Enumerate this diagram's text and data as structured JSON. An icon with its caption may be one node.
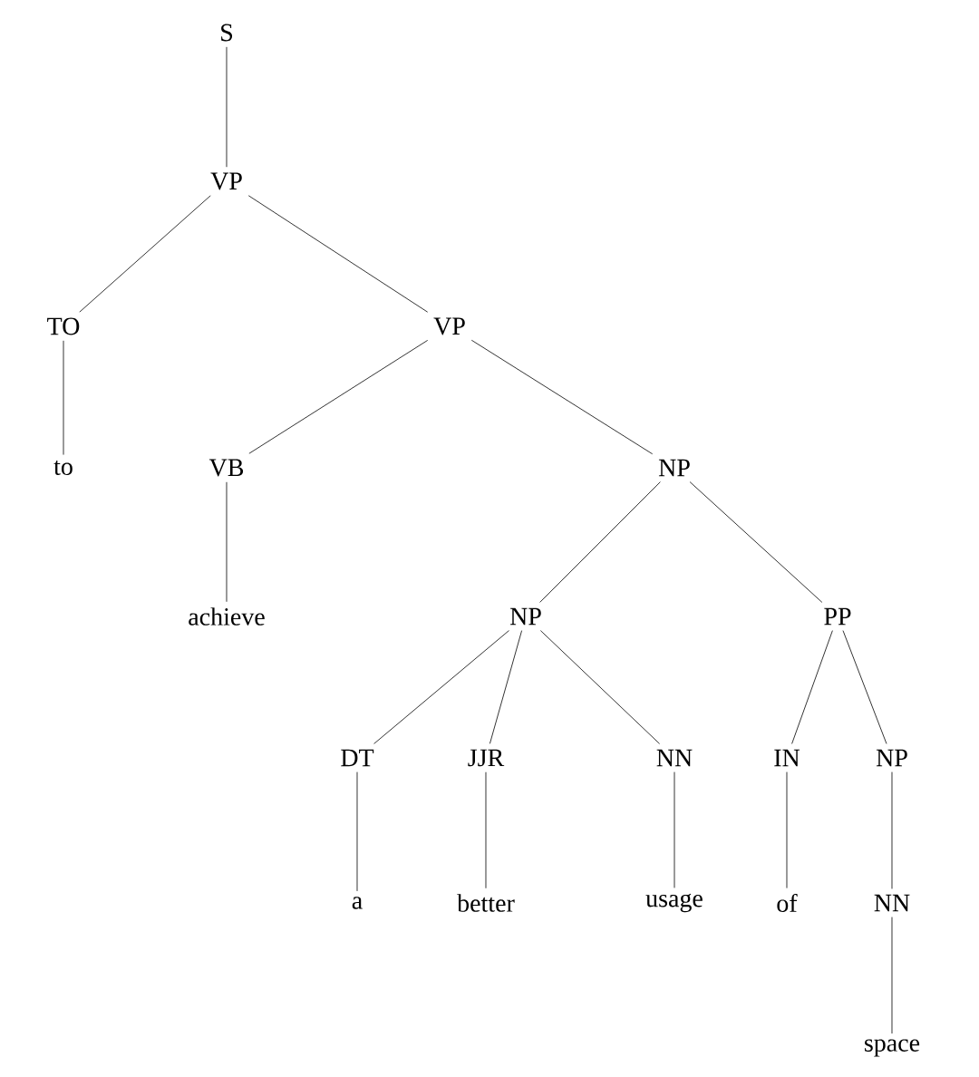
{
  "diagram": {
    "nodes": [
      {
        "text": [
          "S"
        ]
      },
      {
        "text": [
          "VP"
        ]
      },
      {
        "text": [
          "TO"
        ]
      },
      {
        "text": [
          "VP"
        ]
      },
      {
        "text": [
          "to"
        ]
      },
      {
        "text": [
          "VB"
        ]
      },
      {
        "text": [
          "NP"
        ]
      },
      {
        "text": [
          "achieve"
        ]
      },
      {
        "text": [
          "NP"
        ]
      },
      {
        "text": [
          "PP"
        ]
      },
      {
        "text": [
          "DT"
        ]
      },
      {
        "text": [
          "JJR"
        ]
      },
      {
        "text": [
          "NN"
        ]
      },
      {
        "text": [
          "IN"
        ]
      },
      {
        "text": [
          "NP"
        ]
      },
      {
        "text": [
          "a"
        ]
      },
      {
        "text": [
          "better"
        ]
      },
      {
        "text": [
          "usage"
        ]
      },
      {
        "text": [
          "of"
        ]
      },
      {
        "text": [
          "NN"
        ]
      },
      {
        "text": [
          "space"
        ]
      }
    ],
    "edges": [
      {
        "from": 0,
        "to": 1,
        "arrow": "none"
      },
      {
        "from": 1,
        "to": 2,
        "arrow": "none"
      },
      {
        "from": 1,
        "to": 3,
        "arrow": "none"
      },
      {
        "from": 2,
        "to": 4,
        "arrow": "none"
      },
      {
        "from": 3,
        "to": 5,
        "arrow": "none"
      },
      {
        "from": 3,
        "to": 6,
        "arrow": "none"
      },
      {
        "from": 5,
        "to": 7,
        "arrow": "none"
      },
      {
        "from": 6,
        "to": 8,
        "arrow": "none"
      },
      {
        "from": 6,
        "to": 9,
        "arrow": "none"
      },
      {
        "from": 8,
        "to": 10,
        "arrow": "none"
      },
      {
        "from": 8,
        "to": 11,
        "arrow": "none"
      },
      {
        "from": 8,
        "to": 12,
        "arrow": "none"
      },
      {
        "from": 9,
        "to": 13,
        "arrow": "none"
      },
      {
        "from": 9,
        "to": 14,
        "arrow": "none"
      },
      {
        "from": 10,
        "to": 15,
        "arrow": "none"
      },
      {
        "from": 11,
        "to": 16,
        "arrow": "none"
      },
      {
        "from": 12,
        "to": 17,
        "arrow": "none"
      },
      {
        "from": 13,
        "to": 18,
        "arrow": "none"
      },
      {
        "from": 14,
        "to": 19,
        "arrow": "none"
      },
      {
        "from": 19,
        "to": 20,
        "arrow": "none"
      }
    ]
  }
}
